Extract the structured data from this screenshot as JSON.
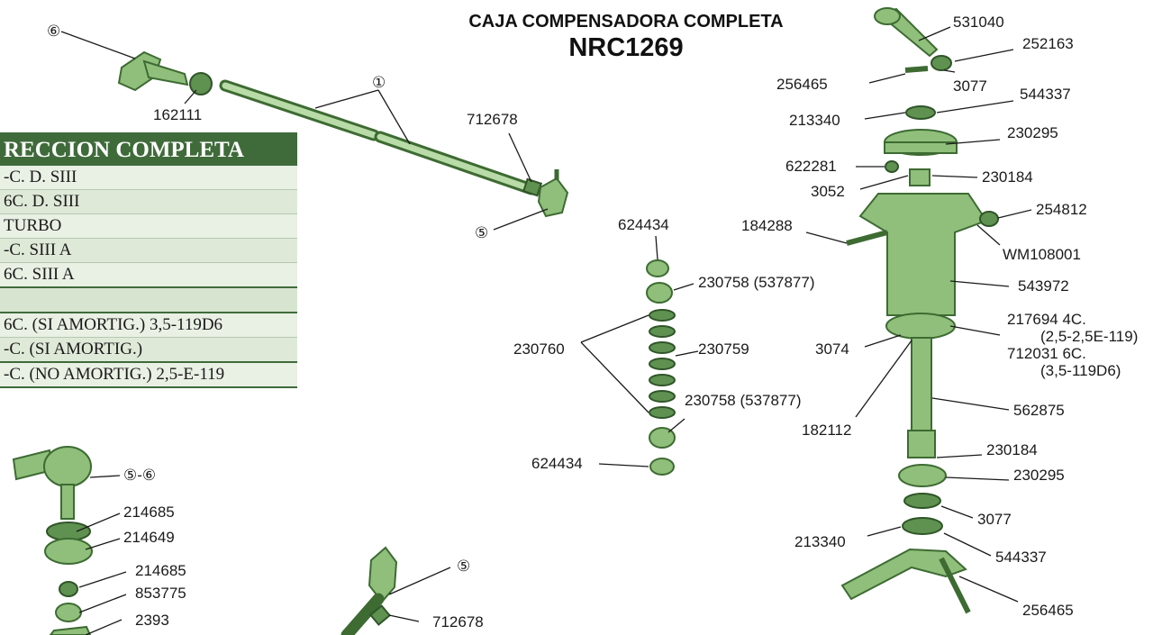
{
  "title": {
    "line1": "CAJA COMPENSADORA COMPLETA",
    "line2": "NRC1269"
  },
  "table": {
    "header": "RECCION COMPLETA",
    "rows": [
      "-C. D. SIII",
      "6C. D. SIII",
      "TURBO",
      "-C. SIII A",
      "6C. SIII A",
      "",
      "6C. (SI AMORTIG.) 3,5-119D6",
      "-C. (SI AMORTIG.)",
      "-C. (NO AMORTIG.) 2,5-E-119"
    ]
  },
  "labels": {
    "n6_top": "⑥",
    "n1": "①",
    "n162111": "162111",
    "n712678_top": "712678",
    "n5_top": "⑤",
    "n5_6": "⑤-⑥",
    "n214685_a": "214685",
    "n214649": "214649",
    "n214685_b": "214685",
    "n853775": "853775",
    "n2393": "2393",
    "n5_bottom": "⑤",
    "n712678_bottom": "712678",
    "n624434_top": "624434",
    "n230758_top": "230758 (537877)",
    "n230759": "230759",
    "n230760": "230760",
    "n230758_bottom": "230758 (537877)",
    "n624434_bottom": "624434",
    "n531040": "531040",
    "n252163": "252163",
    "n256465_top": "256465",
    "n3077_top": "3077",
    "n544337_top": "544337",
    "n213340_top": "213340",
    "n230295_top": "230295",
    "n622281": "622281",
    "n230184_top": "230184",
    "n3052": "3052",
    "n254812": "254812",
    "n184288": "184288",
    "wm108001": "WM108001",
    "n543972": "543972",
    "n217694": "217694  4C.",
    "n217694_sub": "(2,5-2,5E-119)",
    "n712031": "712031  6C.",
    "n712031_sub": "(3,5-119D6)",
    "n3074": "3074",
    "n182112": "182112",
    "n562875": "562875",
    "n230184_bottom": "230184",
    "n230295_bottom": "230295",
    "n3077_bottom": "3077",
    "n213340_bottom": "213340",
    "n544337_bottom": "544337",
    "n256465_bottom": "256465"
  },
  "colors": {
    "part_fill": "#8fbf7a",
    "part_stroke": "#3d6b32",
    "table_header": "#3f6b3a"
  }
}
